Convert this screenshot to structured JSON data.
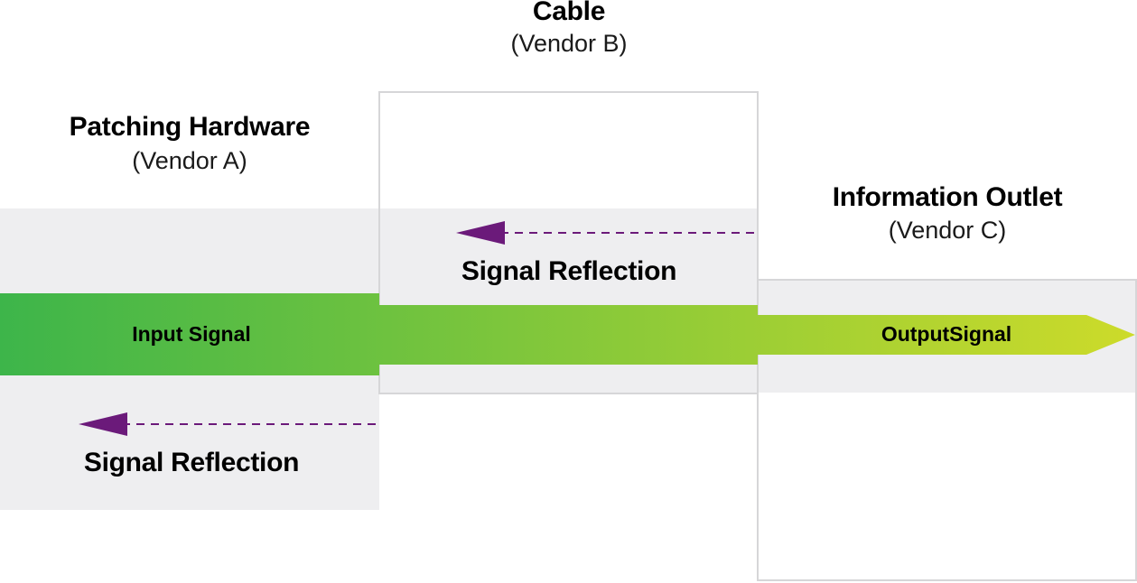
{
  "components": {
    "patching_hardware": {
      "title": "Patching Hardware",
      "vendor": "(Vendor A)"
    },
    "cable": {
      "title": "Cable",
      "vendor": "(Vendor B)"
    },
    "information_outlet": {
      "title": "Information Outlet",
      "vendor": "(Vendor C)"
    }
  },
  "signals": {
    "input": "Input Signal",
    "output": "OutputSignal",
    "reflection_cable": "Signal Reflection",
    "reflection_patching": "Signal Reflection"
  },
  "colors": {
    "panel_fill": "#eeeef0",
    "panel_border": "#d6d6d8",
    "signal_start": "#3db54a",
    "signal_end": "#cddb2a",
    "reflection_arrow": "#6b1a7a"
  }
}
